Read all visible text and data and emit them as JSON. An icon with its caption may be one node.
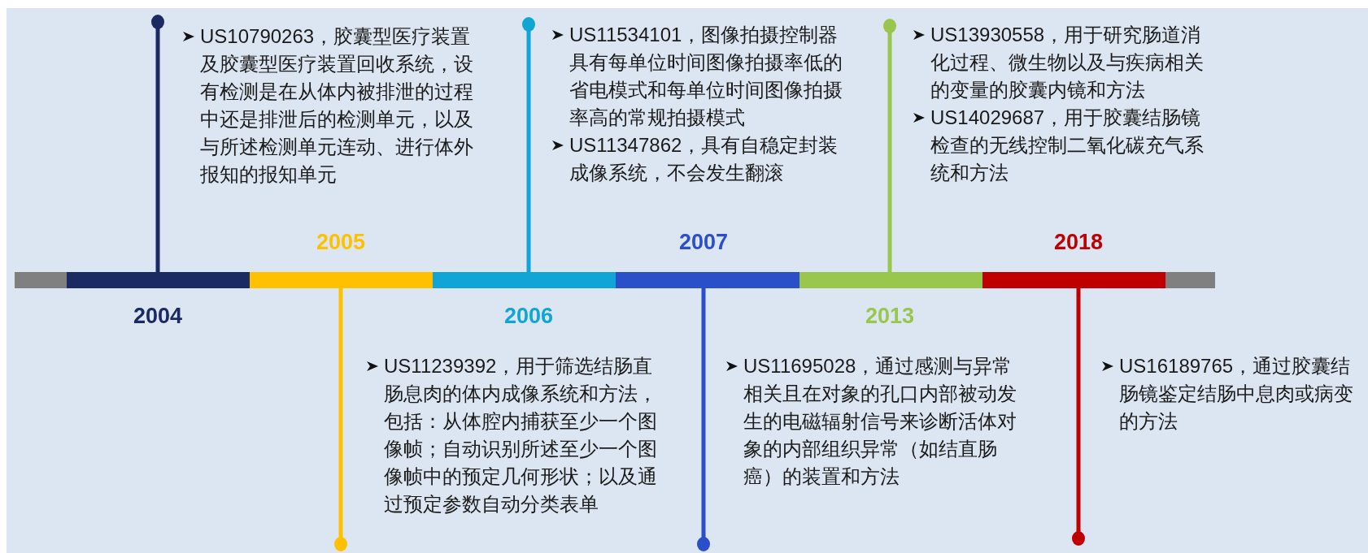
{
  "diagram": {
    "nodes": [
      {
        "text": [],
        "shape": "bar"
      },
      {
        "text": [
          "2004"
        ]
      },
      {
        "text": [
          "US10790263，胶囊型医疗装置及胶囊型医疗装置回收系统，设有检测是在从体内被排泄的过程中还是排泄后的检测单元，以及与所述检测单元连动、进行体外报知的报知单元"
        ]
      },
      {
        "text": [
          "2005"
        ]
      },
      {
        "text": [
          "US11239392，用于筛选结肠直肠息肉的体内成像系统和方法，包括：从体腔内捕获至少一个图像帧；自动识别所述至少一个图像帧中的预定几何形状；以及通过预定参数自动分类表单"
        ]
      },
      {
        "text": [
          "2006"
        ]
      },
      {
        "text": [
          "US11534101，图像拍摄控制器具有每单位时间图像拍摄率低的省电模式和每单位时间图像拍摄率高的常规拍摄模式",
          "US11347862，具有自稳定封装成像系统，不会发生翻滚"
        ]
      },
      {
        "text": [
          "2007"
        ]
      },
      {
        "text": [
          "US11695028，通过感测与异常相关且在对象的孔口内部被动发生的电磁辐射信号来诊断活体对象的内部组织异常（如结直肠癌）的装置和方法"
        ]
      },
      {
        "text": [
          "2013"
        ]
      },
      {
        "text": [
          "US13930558，用于研究肠道消化过程、微生物以及与疾病相关的变量的胶囊内镜和方法",
          "US14029687，用于胶囊结肠镜检查的无线控制二氧化碳充气系统和方法"
        ]
      },
      {
        "text": [
          "2018"
        ]
      },
      {
        "text": [
          "US16189765，通过胶囊结肠镜鉴定结肠中息肉或病变的方法"
        ]
      },
      {
        "text": [],
        "shape": "bar"
      }
    ]
  }
}
